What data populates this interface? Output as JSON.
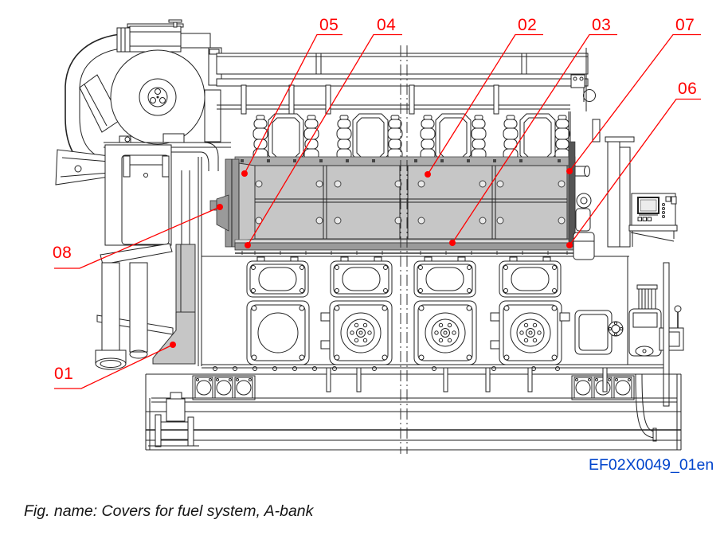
{
  "figure": {
    "caption": "Fig. name: Covers for fuel system, A-bank",
    "code": "EF02X0049_01en"
  },
  "callouts": {
    "c01": {
      "label": "01"
    },
    "c02": {
      "label": "02"
    },
    "c03": {
      "label": "03"
    },
    "c04": {
      "label": "04"
    },
    "c05": {
      "label": "05"
    },
    "c06": {
      "label": "06"
    },
    "c07": {
      "label": "07"
    },
    "c08": {
      "label": "08"
    }
  },
  "colors": {
    "callout_red": "#ff0000",
    "figure_code_blue": "#0044cc",
    "cover_gray": "#c6c6c6",
    "line_black": "#222222"
  }
}
